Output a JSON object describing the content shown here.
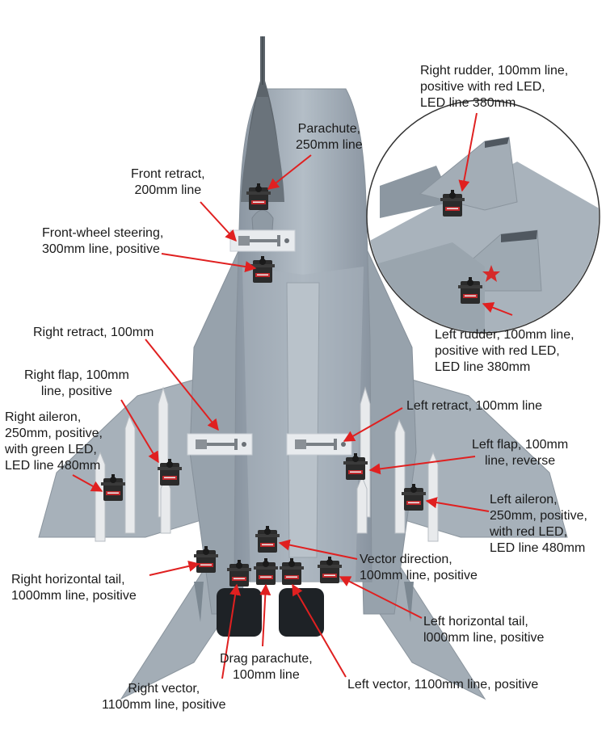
{
  "callouts": {
    "parachute": "Parachute,\n250mm line",
    "front_retract": "Front retract,\n200mm line",
    "front_wheel_steering": "Front-wheel steering,\n300mm line, positive",
    "right_retract": "Right retract, 100mm",
    "right_flap": "Right flap, 100mm\nline, positive",
    "right_aileron": "Right aileron,\n250mm, positive,\nwith green LED,\nLED line 480mm",
    "right_horizontal_tail": "Right horizontal tail,\n1000mm line, positive",
    "right_vector": "Right vector,\n1100mm line, positive",
    "drag_parachute": "Drag parachute,\n100mm line",
    "left_vector": "Left vector, 1100mm line, positive",
    "left_horizontal_tail": "Left horizontal tail,\nl000mm line, positive",
    "vector_direction": "Vector direction,\n100mm line, positive",
    "left_aileron": "Left aileron,\n250mm, positive,\nwith red LED,\nLED line 480mm",
    "left_flap": "Left flap, 100mm\nline, reverse",
    "left_retract": "Left retract, 100mm line",
    "right_rudder": "Right rudder, 100mm line,\npositive with red LED,\nLED line 380mm",
    "left_rudder": "Left rudder, 100mm line,\npositive with red LED,\nLED line 380mm"
  },
  "colors": {
    "arrow": "#e02020",
    "airframe": "#9aa6b0",
    "airframe_dark": "#7c8892",
    "nose_cone": "#5c646b",
    "servo": "#2b2b2b",
    "servo_label": "#c0282c",
    "engine_nozzle": "#1e2226",
    "star": "#d52b2b"
  },
  "icons": {
    "servo": "servo-icon",
    "retract": "retract-icon",
    "star": "red-star-icon"
  }
}
